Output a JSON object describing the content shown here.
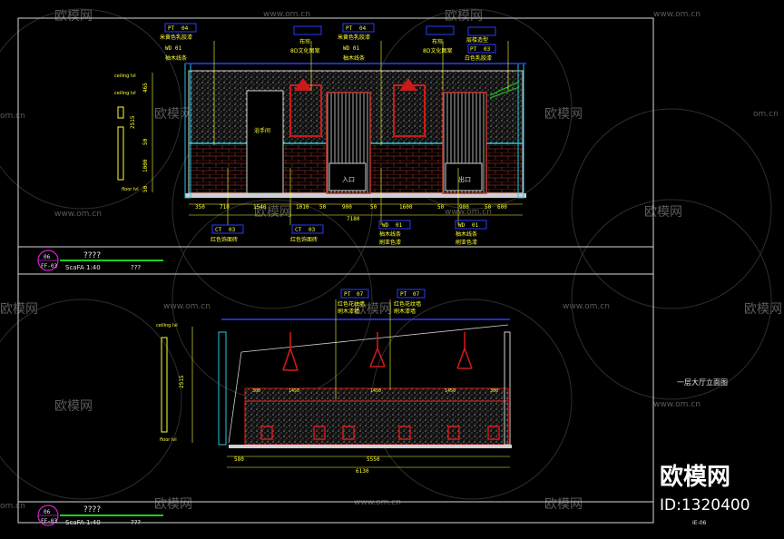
{
  "colors": {
    "background": "#000000",
    "frame": "#d8d8d8",
    "dim": "#e8e800",
    "tag": "#ffff33",
    "callout_box": "#2a3cff",
    "wall_fill": "#d0d0d0",
    "accent_red": "#cc1a1a",
    "green_bar": "#18d018",
    "cyan": "#24c8e0",
    "magenta": "#d020d0",
    "watermark": "#5a5a5a"
  },
  "watermarks": {
    "brand": "欧模网",
    "url": "www.om.cn",
    "url_short": "om.cn",
    "logo_big": "欧模网",
    "logo_id": "ID:1320400"
  },
  "sheet": {
    "right_label": "一层大厅立面图",
    "sheet_no": "IE-06"
  },
  "elev1": {
    "callouts": [
      {
        "code": "PT",
        "num": "04",
        "desc1": "米黄色乳胶漆",
        "desc2": "WD 01",
        "desc3": "柚木线条"
      },
      {
        "code": "",
        "num": "",
        "desc1": "布帘",
        "desc2": "8D文化图案",
        "desc3": ""
      },
      {
        "code": "PT",
        "num": "04",
        "desc1": "米黄色乳胶漆",
        "desc2": "WD 01",
        "desc3": "柚木线条"
      },
      {
        "code": "",
        "num": "",
        "desc1": "布帘",
        "desc2": "8D文化图案",
        "desc3": ""
      },
      {
        "code": "PT",
        "num": "03",
        "desc1": "白色乳胶漆",
        "desc2": "",
        "desc3": "层楼造型"
      }
    ],
    "left_levels": [
      "ceiling lvl",
      "ceiling lvl",
      "floor lvl"
    ],
    "vert_dims": [
      "465",
      "2515",
      "50",
      "1000",
      "50"
    ],
    "room_labels": [
      "入口",
      "出口"
    ],
    "small_note": "浴手间",
    "h_dims": [
      "350",
      "710",
      "1540",
      "1010",
      "50",
      "900",
      "50",
      "1600",
      "50",
      "900",
      "50",
      "600"
    ],
    "total": "7180",
    "bottom_tags": [
      {
        "code": "CT",
        "num": "03",
        "desc": "红色饰面砖"
      },
      {
        "code": "CT",
        "num": "03",
        "desc": "红色饰面砖"
      },
      {
        "code": "WD",
        "num": "01",
        "desc": "柚木线条",
        "desc2": "刷亚色漆"
      },
      {
        "code": "WD",
        "num": "01",
        "desc": "柚木线条",
        "desc2": "刷亚色漆"
      }
    ],
    "title_block": {
      "circle_top": "06",
      "circle_bottom": "FF-03",
      "name": "????",
      "scale": "ScaFA 1:40",
      "extra": "???"
    }
  },
  "elev2": {
    "callouts": [
      {
        "code": "PT",
        "num": "07",
        "desc1": "红色花纹墙",
        "desc2": "刷木漆墙"
      },
      {
        "code": "PT",
        "num": "07",
        "desc1": "红色花纹墙",
        "desc2": "刷木漆墙"
      }
    ],
    "vert_dim": "2515",
    "left_levels": [
      "ceiling lvl",
      "floor lvl"
    ],
    "h_dims": [
      "300",
      "1450",
      "1450",
      "1450",
      "300"
    ],
    "dim_bottom": [
      "580",
      "5550"
    ],
    "total": "6130",
    "title_block": {
      "circle_top": "06",
      "circle_bottom": "FF-03",
      "name": "????",
      "scale": "ScaFA 1:40",
      "extra": "???"
    }
  }
}
